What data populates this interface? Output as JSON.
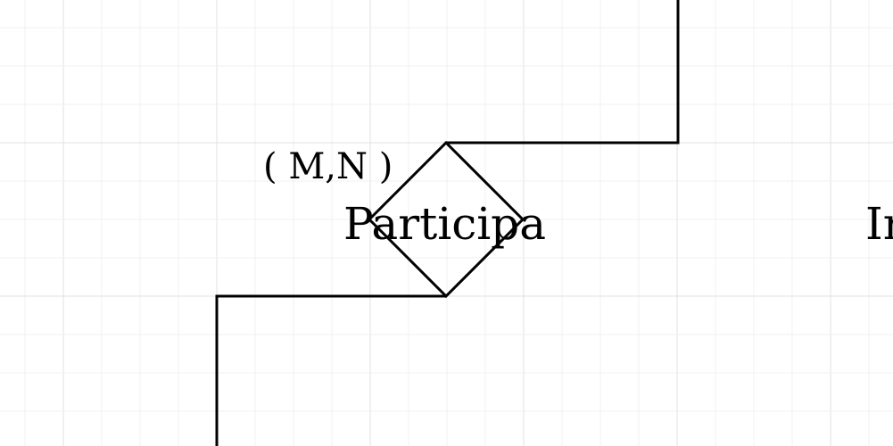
{
  "diagram": {
    "relationship": {
      "label": "Participa",
      "cardinality": "( M,N )"
    },
    "cut_off_label": "In",
    "colors": {
      "background": "#ffffff",
      "grid_minor": "#f0f0f0",
      "grid_major": "#e0e0e0",
      "stroke": "#000000"
    }
  }
}
